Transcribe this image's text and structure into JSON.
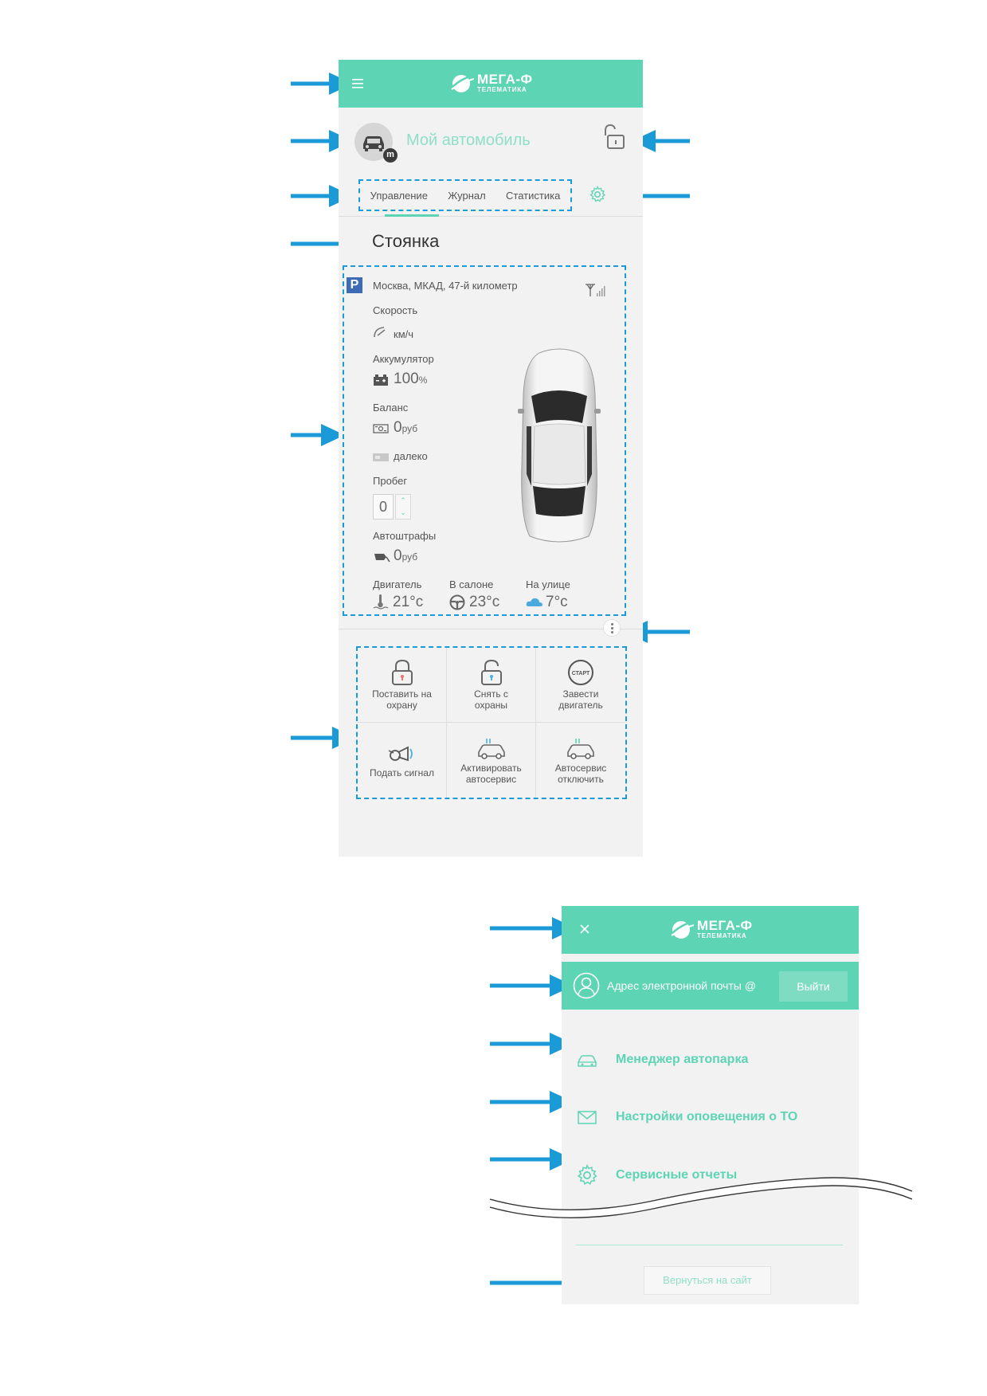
{
  "brand": {
    "title": "МЕГА-Ф",
    "subtitle": "ТЕЛЕМАТИКА"
  },
  "car": {
    "name": "Мой автомобиль",
    "badge": "m"
  },
  "tabs": [
    {
      "label": "Управление",
      "active": true
    },
    {
      "label": "Журнал",
      "active": false
    },
    {
      "label": "Статистика",
      "active": false
    }
  ],
  "section": {
    "title": "Стоянка"
  },
  "status": {
    "parking_letter": "P",
    "address": "Москва, МКАД, 47-й километр",
    "speed": {
      "label": "Скорость",
      "unit": "км/ч"
    },
    "battery": {
      "label": "Аккумулятор",
      "value": "100",
      "unit": "%"
    },
    "balance": {
      "label": "Баланс",
      "value": "0",
      "unit": "руб",
      "card_status": "далеко"
    },
    "mileage": {
      "label": "Пробег",
      "value": "0"
    },
    "fines": {
      "label": "Автоштрафы",
      "value": "0",
      "unit": "руб"
    },
    "temps": [
      {
        "label": "Двигатель",
        "value": "21°c"
      },
      {
        "label": "В салоне",
        "value": "23°c"
      },
      {
        "label": "На улице",
        "value": "7°c"
      }
    ]
  },
  "actions": [
    {
      "line1": "Поставить на",
      "line2": "охрану"
    },
    {
      "line1": "Снять с",
      "line2": "охраны"
    },
    {
      "line1": "Завести",
      "line2": "двигатель",
      "icon_text": "СТАРТ"
    },
    {
      "line1": "Подать сигнал",
      "line2": ""
    },
    {
      "line1": "Активировать",
      "line2": "автосервис"
    },
    {
      "line1": "Автосервис",
      "line2": "отключить"
    }
  ],
  "menu": {
    "email_label": "Адрес электронной почты @",
    "logout_label": "Выйти",
    "items": [
      {
        "label": "Менеджер автопарка",
        "icon": "car-icon"
      },
      {
        "label": "Настройки оповещения о ТО",
        "icon": "envelope-icon"
      },
      {
        "label": "Сервисные отчеты",
        "icon": "gear-icon"
      }
    ],
    "back_label": "Вернуться на сайт"
  },
  "colors": {
    "accent": "#5dd4b4",
    "annotation": "#1a9ad6",
    "background": "#f2f2f2"
  }
}
